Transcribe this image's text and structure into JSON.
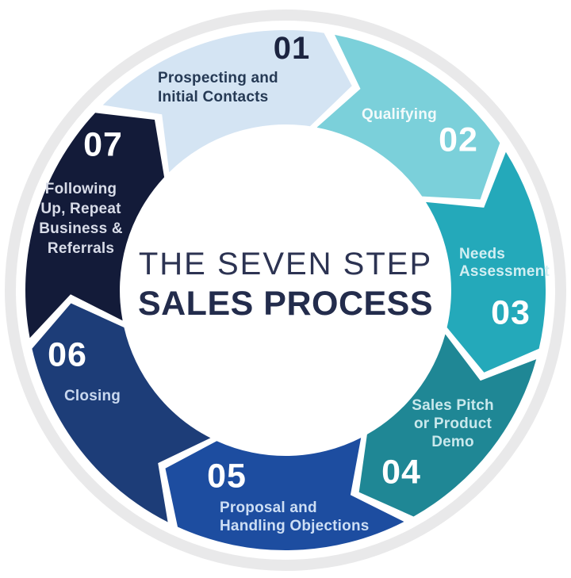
{
  "title": {
    "line1": "THE SEVEN STEP",
    "line2": "SALES PROCESS"
  },
  "steps": [
    {
      "number": "01",
      "label": "Prospecting and\nInitial Contacts",
      "fill": "#d4e4f3",
      "number_color": "#1c2440",
      "label_color": "#263a55"
    },
    {
      "number": "02",
      "label": "Qualifying",
      "fill": "#7bd0da",
      "number_color": "#ffffff",
      "label_color": "#f2fafb"
    },
    {
      "number": "03",
      "label": "Needs\nAssessment",
      "fill": "#24a9ba",
      "number_color": "#ffffff",
      "label_color": "#d2eef2"
    },
    {
      "number": "04",
      "label": "Sales Pitch\nor Product\nDemo",
      "fill": "#1f8795",
      "number_color": "#ffffff",
      "label_color": "#c9e8ec"
    },
    {
      "number": "05",
      "label": "Proposal and\nHandling Objections",
      "fill": "#1d4da0",
      "number_color": "#ffffff",
      "label_color": "#cddef4"
    },
    {
      "number": "06",
      "label": "Closing",
      "fill": "#1d3d78",
      "number_color": "#ffffff",
      "label_color": "#c9d8ef"
    },
    {
      "number": "07",
      "label": "Following\nUp, Repeat\nBusiness &\nReferrals",
      "fill": "#131b39",
      "number_color": "#ffffff",
      "label_color": "#d8dce8"
    }
  ],
  "colors": {
    "page_background": "#ffffff",
    "outer_ring": "#e9e9ea",
    "backdrop": "#ffffff",
    "title_line1": "#2c3352",
    "title_line2": "#232c4c"
  }
}
